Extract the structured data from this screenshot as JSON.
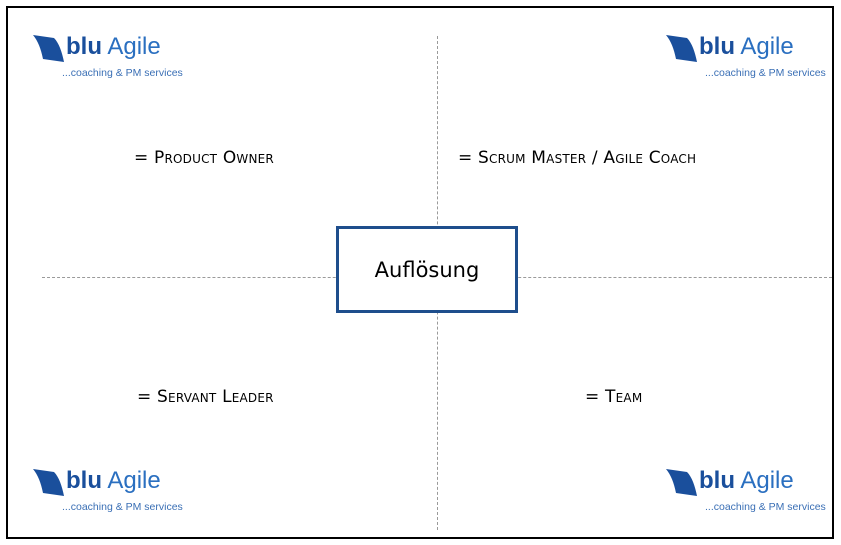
{
  "slide": {
    "center_label": "Auflösung",
    "roles": {
      "top_left": "= Product Owner",
      "top_right": "= Scrum Master / Agile Coach",
      "bottom_left": "= Servant Leader",
      "bottom_right": "= Team"
    },
    "logo": {
      "brand_bold": "blu",
      "brand_light": "Agile",
      "tagline": "...coaching & PM services"
    }
  },
  "colors": {
    "brand_blue": "#1a4f9c",
    "frame_border": "#1e4e8c",
    "divider": "#9a9a9a"
  }
}
